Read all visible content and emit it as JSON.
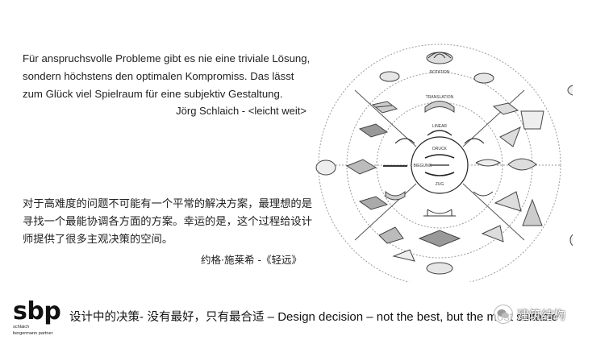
{
  "quote_de": {
    "lines": [
      "Für anspruchsvolle Probleme gibt es nie eine triviale Lösung,",
      "sondern höchstens den optimalen Kompromiss. Das lässt",
      "zum Glück viel Spielraum für eine subjektiv Gestaltung."
    ],
    "attribution": "Jörg Schlaich - <leicht weit>"
  },
  "quote_zh": {
    "lines": [
      "对于高难度的问题不可能有一个平常的解决方案，最理想的是",
      "寻找一个最能协调各方面的方案。幸运的是，这个过程给设计",
      "师提供了很多主观决策的空间。"
    ],
    "attribution": "约格·施莱希 -《轻远》"
  },
  "diagram": {
    "labels": {
      "rotation": "ROTATION",
      "translation": "TRANSLATION",
      "linear": "LINEAR",
      "druck": "DRUCK",
      "biegung": "BIEGUNG",
      "zug": "ZUG"
    }
  },
  "logo": {
    "mark": "sbp",
    "line1": "schlaich",
    "line2": "bergermann partner"
  },
  "caption": {
    "zh": "设计中的决策- 没有最好，只有最合适",
    "en": " – Design decision – not the best, but the most suitable"
  },
  "watermark": {
    "text": "建筑结构",
    "icon": "wechat-icon"
  },
  "colors": {
    "text": "#222222",
    "line": "#444444",
    "light_line": "#9a9a9a"
  }
}
